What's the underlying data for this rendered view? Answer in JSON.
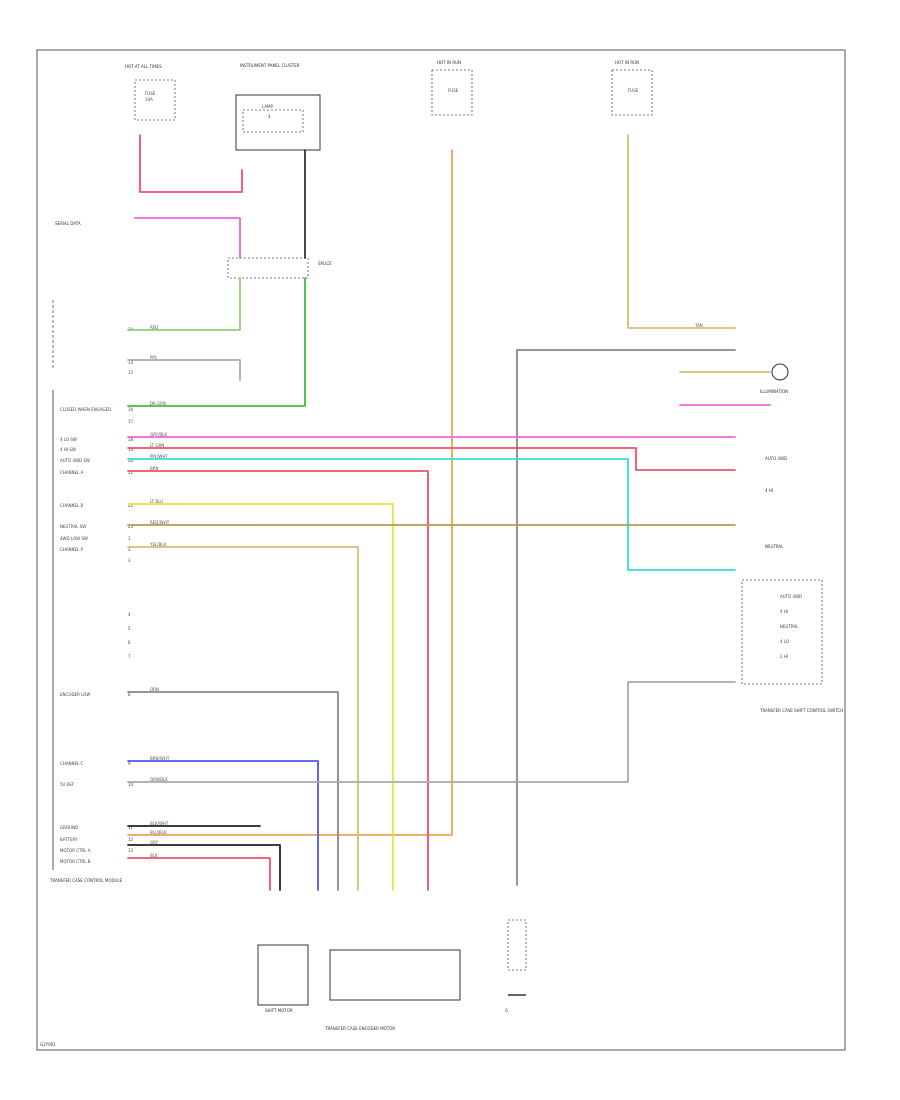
{
  "colors": {
    "red": "#f0506a",
    "pink": "#ee66dd",
    "green": "#44bb44",
    "lt_green": "#8fce7c",
    "dk_green": "#2f7d3a",
    "orange": "#f5a050",
    "tan": "#d8bf73",
    "yellow": "#e6e640",
    "cyan": "#33dddd",
    "blue": "#5555ee",
    "gray": "#888888",
    "black": "#222222",
    "wire_pair": "#b89a50"
  },
  "labels": {
    "hot_at_all_times": "HOT AT ALL TIMES",
    "instrument_panel_cluster": "INSTRUMENT PANEL CLUSTER",
    "hot_in_run": "HOT IN RUN",
    "hot_in_run_2": "HOT IN RUN",
    "serial_data": "SERIAL DATA",
    "splice": "SPLICE",
    "transfer_case_control_module": "TRANSFER CASE CONTROL MODULE",
    "transfer_case_shift_control_switch": "TRANSFER CASE SHIFT CONTROL SWITCH",
    "transfer_case_encoder_motor": "TRANSFER CASE ENCODER MOTOR",
    "shift_motor": "SHIFT MOTOR",
    "ground": "G",
    "illumination": "ILLUMINATION",
    "auto_4wd": "AUTO 4WD",
    "four_hi": "4 HI",
    "four_lo": "4 LO",
    "neutral": "NEUTRAL",
    "small_label": "G2Y001"
  },
  "module_pins": [
    "CLOSED WHEN ENGAGED",
    "4 LO SW",
    "4 HI SW",
    "AUTO 4WD SW",
    "CHANNEL A",
    "CHANNEL B",
    "NEUTRAL SW",
    "4WD LOW SW",
    "CHANNEL P",
    "ENCODER LOW",
    "CHANNEL C",
    "5V REF",
    "GROUND",
    "BATTERY",
    "MOTOR CTRL A",
    "MOTOR CTRL B"
  ],
  "wire_labels": [
    "RED",
    "PPL",
    "DK GRN",
    "GRY/BLK",
    "LT GRN",
    "PPL/WHT",
    "BRN",
    "LT BLU",
    "RED/WHT",
    "YEL/BLK",
    "ORN",
    "BRN/WHT",
    "ORN/BLK",
    "BLK/WHT",
    "BLU/BLK",
    "GRY",
    "BLK",
    "TAN"
  ],
  "left_pin_numbers": [
    "24",
    "14",
    "15",
    "16",
    "17",
    "18",
    "19",
    "20",
    "21",
    "22",
    "23",
    "1",
    "2",
    "3",
    "4",
    "5",
    "6",
    "7",
    "8",
    "9",
    "10",
    "11",
    "12",
    "13"
  ],
  "wire_data": [
    "RED",
    "PPL",
    "DK GRN",
    "GRY",
    "LT GRN",
    "ORN",
    "TAN",
    "YEL",
    "LT BLU",
    "BRN",
    "BLK"
  ]
}
